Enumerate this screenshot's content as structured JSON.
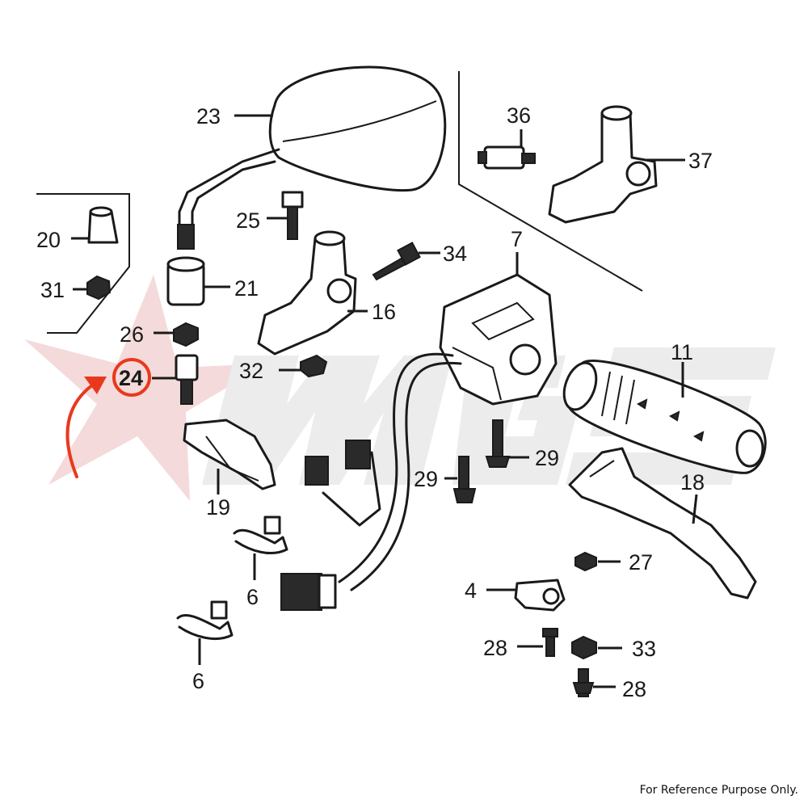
{
  "watermark": {
    "text": "mgs",
    "color": "#e8e4e4",
    "star_color": "#f2d6d6"
  },
  "highlight": {
    "part": "24",
    "color": "#e8391e"
  },
  "labels": {
    "p23": "23",
    "p36": "36",
    "p37": "37",
    "p20": "20",
    "p31": "31",
    "p25": "25",
    "p34": "34",
    "p7": "7",
    "p21": "21",
    "p16": "16",
    "p26": "26",
    "p24": "24",
    "p32": "32",
    "p11": "11",
    "p29a": "29",
    "p29b": "29",
    "p18": "18",
    "p19": "19",
    "p6a": "6",
    "p6b": "6",
    "p27": "27",
    "p4": "4",
    "p28a": "28",
    "p33": "33",
    "p28b": "28"
  },
  "footer": "For Reference Purpose Only."
}
